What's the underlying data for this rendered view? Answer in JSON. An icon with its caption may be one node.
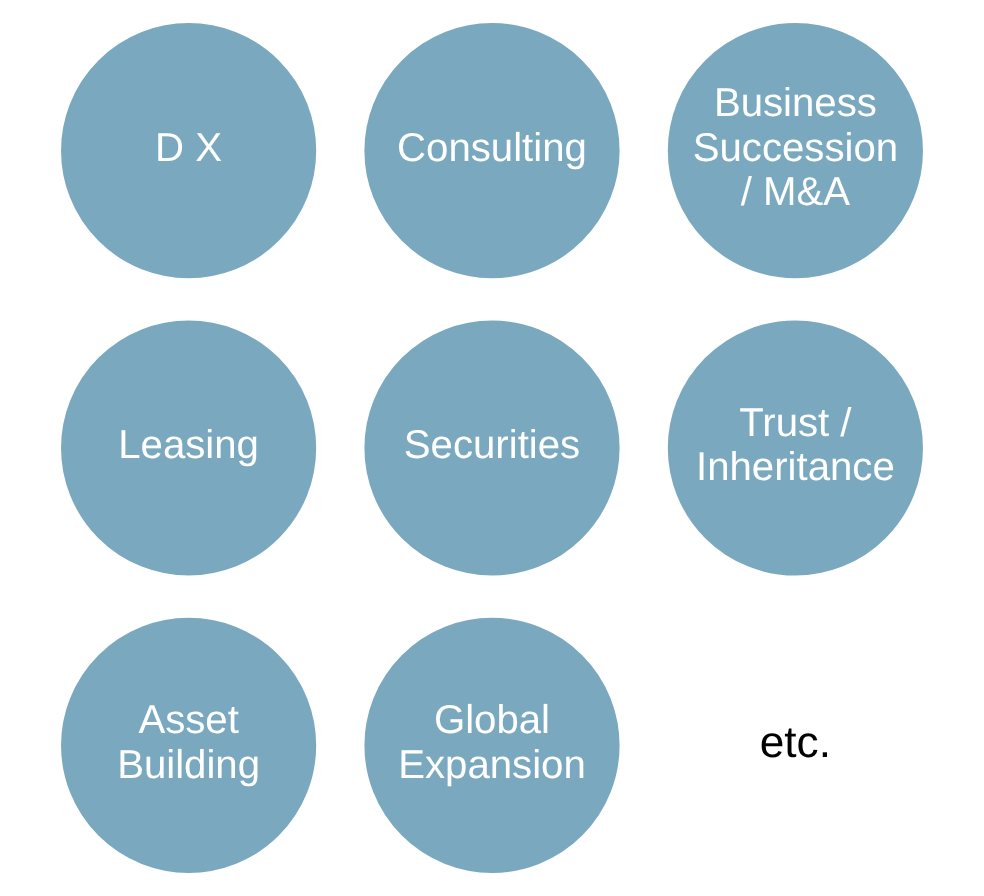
{
  "diagram": {
    "nodes": [
      {
        "text": [
          "D X"
        ]
      },
      {
        "text": [
          "Consulting"
        ]
      },
      {
        "text": [
          "Business Succession / M&A"
        ]
      },
      {
        "text": [
          "Leasing"
        ]
      },
      {
        "text": [
          "Securities"
        ]
      },
      {
        "text": [
          "Trust / Inheritance"
        ]
      },
      {
        "text": [
          "Asset Building"
        ]
      },
      {
        "text": [
          "Global Expansion"
        ]
      }
    ],
    "edges": [],
    "labels": [
      "etc."
    ]
  }
}
